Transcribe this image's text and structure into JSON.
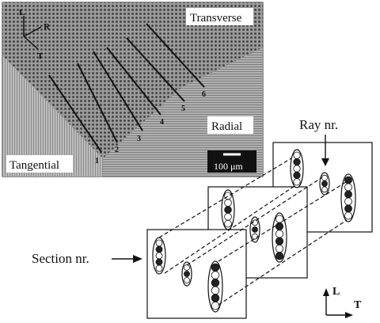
{
  "micrograph": {
    "faces": {
      "transverse": "Transverse",
      "radial": "Radial",
      "tangential": "Tangential"
    },
    "axes_small": {
      "l": "L",
      "r": "R",
      "t": "T"
    },
    "section_numbers": [
      "1",
      "2",
      "3",
      "4",
      "5",
      "6"
    ],
    "scale_bar": "100 μm"
  },
  "schematic": {
    "ray_label": "Ray nr.",
    "section_label": "Section nr.",
    "axes": {
      "l": "L",
      "t": "T"
    }
  }
}
